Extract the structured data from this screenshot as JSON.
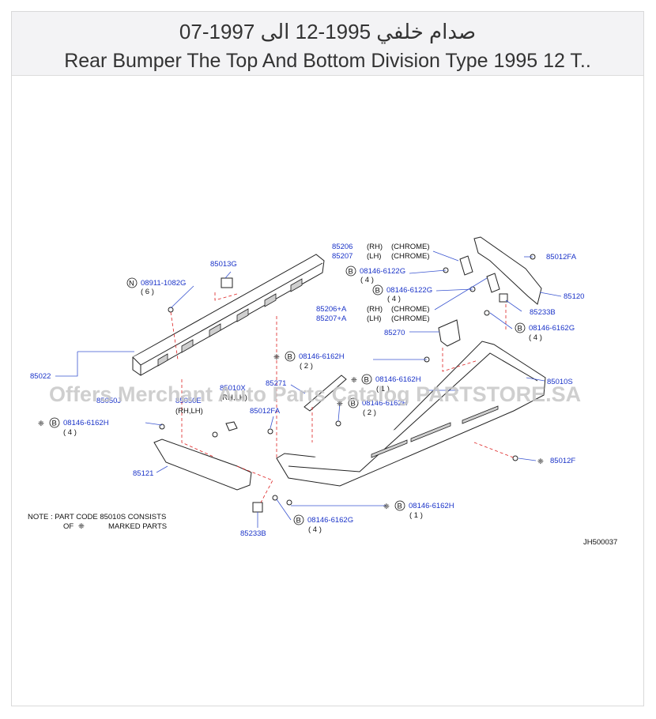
{
  "title": {
    "arabic": "صدام خلفي 1995-12 الى 1997-07",
    "english": "Rear Bumper The Top And Bottom Division Type 1995 12 T.."
  },
  "watermark": "Offers Merchant Auto Parts Catalog PARTSTORE.SA",
  "labels": {
    "p85206": "85206",
    "p85206_side": "(RH)",
    "p85206_finish": "(CHROME)",
    "p85207": "85207",
    "p85207_side": "(LH)",
    "p85207_finish": "(CHROME)",
    "p85012FA_top": "85012FA",
    "p85013G": "85013G",
    "b1_code": "08146-6122G",
    "b1_qty": "( 4 )",
    "b2_code": "08146-6122G",
    "b2_qty": "( 4 )",
    "n1_code": "08911-1082G",
    "n1_qty": "( 6 )",
    "p85120": "85120",
    "p85233B_top": "85233B",
    "p85206A": "85206+A",
    "p85206A_side": "(RH)",
    "p85206A_finish": "(CHROME)",
    "p85207A": "85207+A",
    "p85207A_side": "(LH)",
    "p85207A_finish": "(CHROME)",
    "b3_code": "08146-6162G",
    "b3_qty": "( 4 )",
    "p85270": "85270",
    "b4_code": "08146-6162H",
    "b4_qty": "( 2 )",
    "p85022": "85022",
    "p85271": "85271",
    "b5_code": "08146-6162H",
    "b5_qty": "( 1 )",
    "p85010S": "85010S",
    "p85010X": "85010X",
    "p85010X_side": "(RH,LH)",
    "p85050J": "85050J",
    "p85050E": "85050E",
    "p85050E_side": "(RH,LH)",
    "b6_code": "08146-6162H",
    "b6_qty": "( 2 )",
    "p85012FA_mid": "85012FA",
    "b7_code": "08146-6162H",
    "b7_qty": "( 4 )",
    "p85012F": "85012F",
    "p85121": "85121",
    "b8_code": "08146-6162H",
    "b8_qty": "( 1 )",
    "b9_code": "08146-6162G",
    "b9_qty": "( 4 )",
    "p85233B_bottom": "85233B",
    "note_line1": "NOTE  :  PART  CODE  85010S  CONSISTS",
    "note_line2": "OF",
    "note_line3": "MARKED  PARTS",
    "diagram_code": "JH500037",
    "circle_b": "B",
    "circle_n": "N"
  }
}
